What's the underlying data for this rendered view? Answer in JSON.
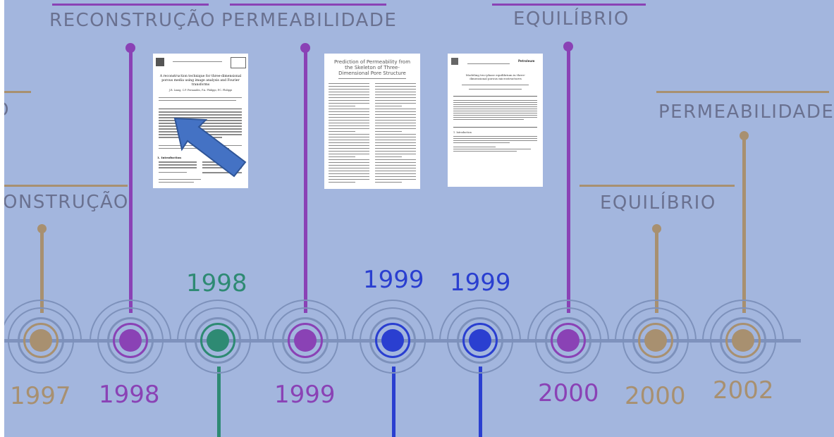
{
  "colors": {
    "background": "#a3b6de",
    "axis": "#7f92bd",
    "purple": "#8a42b5",
    "gold": "#a89070",
    "green": "#2e8a73",
    "blue": "#2a3fd0",
    "ring": "#7d91bb"
  },
  "topics": {
    "reconstrucao_top": "RECONSTRUÇÃO",
    "permeabilidade_top": "PERMEABILIDADE",
    "equilibrio_top": "EQUILÍBRIO",
    "permeabilidade_right": "PERMEABILIDADE",
    "equilibrio_right": "EQUILÍBRIO",
    "reconstrucao_left": "ONSTRUÇÃO",
    "left_edge_fragment": "O"
  },
  "years": {
    "y1997": "1997",
    "y1998_purple": "1998",
    "y1998_green": "1998",
    "y1999_purple": "1999",
    "y1999_blue_a": "1999",
    "y1999_blue_b": "1999",
    "y2000_purple": "2000",
    "y2000_gold": "2000",
    "y2002": "2002"
  },
  "papers": {
    "paper1": {
      "title": "A reconstruction technique for three-dimensional porous media using image analysis and Fourier transforms",
      "authors": "J.R. Liang, C.P. Fernandes, P.A. Philippi, P.C. Philippi",
      "section": "1. Introduction"
    },
    "paper2": {
      "title": "Prediction of Permeability from the Skeleton of Three-Dimensional Pore Structure"
    },
    "paper3": {
      "title": "Modeling two-phase equilibrium in three-dimensional porous microstructures",
      "journal": "Petroleum",
      "section": "1. Introduction"
    }
  },
  "pointer": {
    "icon": "arrow-pointer-icon",
    "color": "#4472c4"
  }
}
